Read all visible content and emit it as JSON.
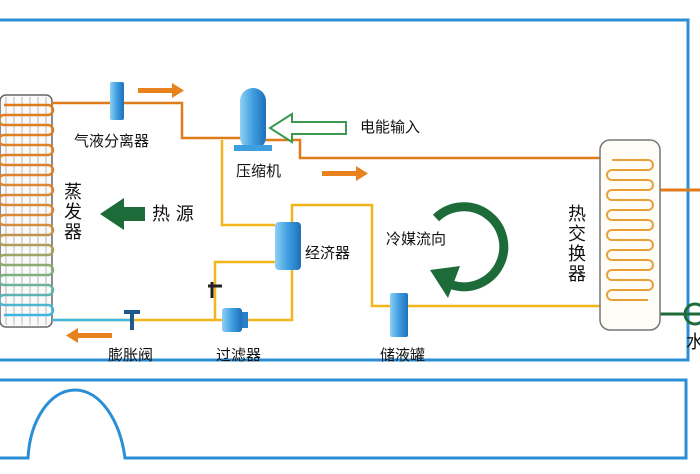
{
  "labels": {
    "gas_liquid_separator": "气液分离器",
    "compressor": "压缩机",
    "power_input": "电能输入",
    "evaporator": "蒸发器",
    "heat_source": "热 源",
    "economizer": "经济器",
    "refrigerant_flow": "冷媒流向",
    "heat_exchanger": "热交换器",
    "expansion_valve": "膨胀阀",
    "filter": "过滤器",
    "liquid_tank": "储液罐",
    "water_partial": "水"
  },
  "colors": {
    "frame": "#2a8fd6",
    "hot_pipe": "#e07b1a",
    "liquid_pipe": "#f2b51c",
    "cold_pipe": "#3fb6e6",
    "arrow_orange": "#e8821e",
    "arrow_green": "#1e6b3a",
    "cycle_green": "#1e6b3a",
    "component_blue": "#5ab0e6"
  }
}
